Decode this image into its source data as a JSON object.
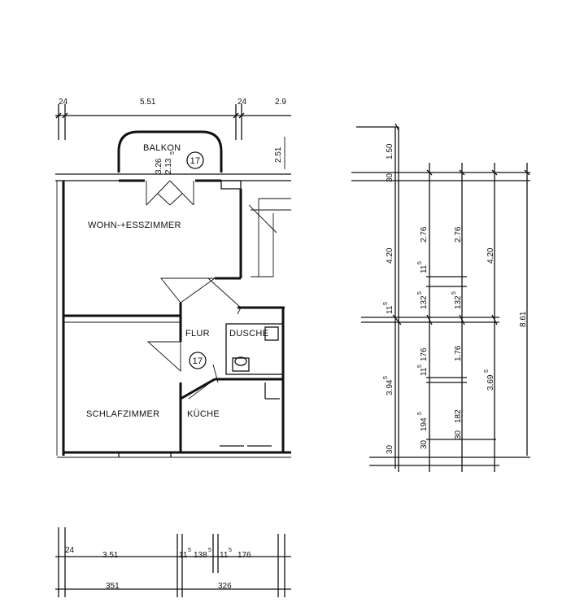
{
  "plan": {
    "unit_number": "17",
    "rooms": {
      "balkon": "BALKON",
      "balkon_size_a": "3.26",
      "balkon_size_b": "2.13",
      "balkon_size_b_sup": "5",
      "wohn": "WOHN-+ESSZIMMER",
      "flur": "FLUR",
      "dusche": "DUSCHE",
      "schlaf": "SCHLAFZIMMER",
      "kueche": "KÜCHE"
    },
    "top_dims": [
      "24",
      "5.51",
      "24",
      "2.9"
    ],
    "side_dim_balkon": "2.51",
    "bottom_row1": {
      "d1": "24",
      "d2": "3.51",
      "d3": "11",
      "d3_sup": "5",
      "d4": "138",
      "d4_sup": "5",
      "d5": "11",
      "d5_sup": "5",
      "d6": "176"
    },
    "bottom_row2": {
      "d1": "351",
      "d2": "326"
    }
  },
  "section": {
    "col1": {
      "top": "1.50",
      "a": "30",
      "b": "4.20",
      "c": "11",
      "c_sup": "5",
      "d": "3.94",
      "d_sup": "5",
      "e": "30"
    },
    "col2": {
      "a": "2.76",
      "b": "11",
      "b_sup": "5",
      "c": "132",
      "c_sup": "5",
      "d": "11",
      "d_sup": "5",
      "e": "176",
      "f": "194",
      "f_sup": "5",
      "g": "30"
    },
    "col3": {
      "a": "2.76",
      "b": "132",
      "b_sup": "5",
      "c": "1.76",
      "d": "30",
      "e": "182"
    },
    "col4": {
      "a": "4.20",
      "b": "3.69",
      "b_sup": "5"
    },
    "total": "8.61"
  }
}
